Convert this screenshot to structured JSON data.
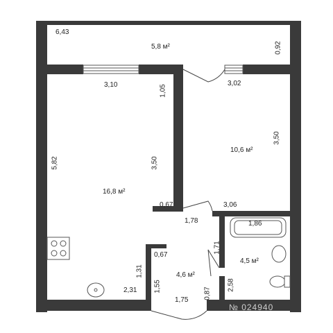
{
  "plan": {
    "balcony": {
      "area": "5,8 м²",
      "width": "6,43",
      "depth": "0,92"
    },
    "living_room": {
      "area": "16,8 м²",
      "top": "3,10",
      "length": "5,82",
      "wall_a": "1,05",
      "wall_b": "3,50",
      "stub": "0,67",
      "bottom": "2,31",
      "side": "1,31"
    },
    "bedroom": {
      "area": "10,6 м²",
      "top": "3,02",
      "side": "3,50",
      "bottom": "3,06"
    },
    "hall": {
      "area": "4,6 м²",
      "top": "1,78",
      "stub": "0,67",
      "side_left": "1,55",
      "side_right": "1,71",
      "bottom": "1,75",
      "door": "0,87"
    },
    "bathroom": {
      "area": "4,5 м²",
      "tub": "1,86",
      "side": "2,58"
    },
    "watermark": "№ 024940"
  }
}
